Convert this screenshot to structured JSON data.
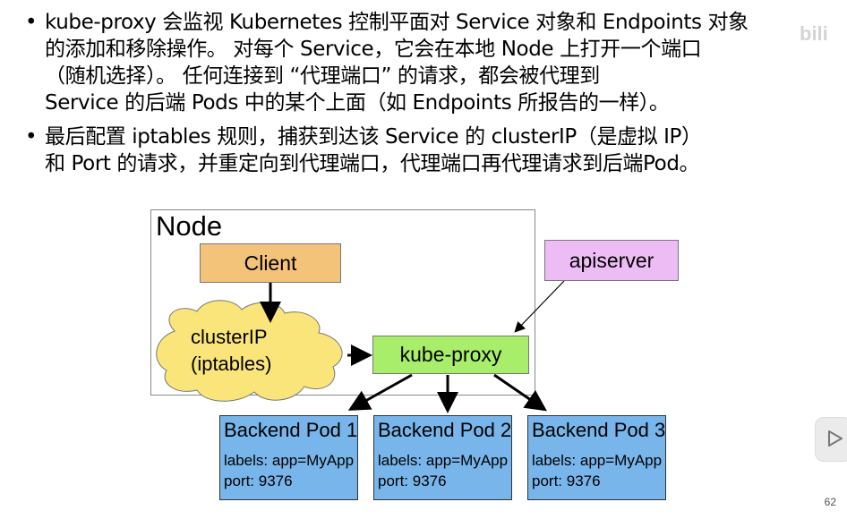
{
  "slide": {
    "bullets": [
      {
        "lines": [
          "kube-proxy 会监视 Kubernetes 控制平面对 Service 对象和 Endpoints 对象",
          "的添加和移除操作。 对每个 Service，它会在本地 Node 上打开一个端口",
          "（随机选择）。 任何连接到 “代理端口” 的请求，都会被代理到",
          "Service 的后端 Pods 中的某个上面（如 Endpoints 所报告的一样）。"
        ]
      },
      {
        "lines": [
          "最后配置 iptables 规则，捕获到达该 Service 的 clusterIP（是虚拟 IP）",
          "和 Port 的请求，并重定向到代理端口，代理端口再代理请求到后端Pod。"
        ]
      }
    ],
    "page_number": "62",
    "watermark": "bili"
  },
  "diagram": {
    "node_label": "Node",
    "client_label": "Client",
    "cloud_lines": [
      "clusterIP",
      "(iptables)"
    ],
    "kube_proxy_label": "kube-proxy",
    "apiserver_label": "apiserver",
    "pods": [
      {
        "title": "Backend Pod 1",
        "labels": "labels: app=MyApp",
        "port": "port: 9376"
      },
      {
        "title": "Backend Pod 2",
        "labels": "labels: app=MyApp",
        "port": "port: 9376"
      },
      {
        "title": "Backend Pod 3",
        "labels": "labels: app=MyApp",
        "port": "port: 9376"
      }
    ],
    "colors": {
      "client": "#f4c37a",
      "cloud": "#fae57a",
      "kube_proxy": "#a8ee6a",
      "apiserver": "#eebcf5",
      "pod": "#78b5ea"
    }
  }
}
